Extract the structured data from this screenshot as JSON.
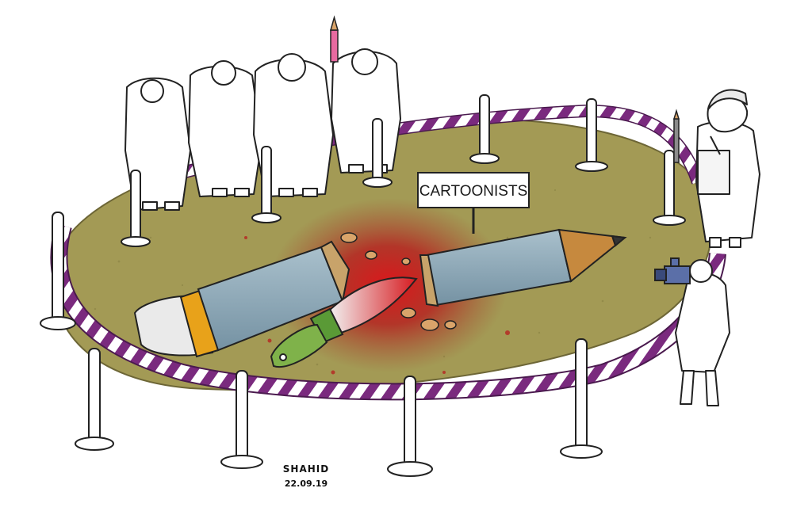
{
  "cartoon": {
    "sign_label": "CARTOONISTS",
    "signature_name": "SHAHID",
    "signature_date": "22.09.19"
  },
  "palette": {
    "sand": "#a39a55",
    "blood": "#c8141a",
    "pencil_body": "#8fa9b8",
    "pencil_ferrule": "#e8a21a",
    "knife_handle": "#7fb24a",
    "tape_purple": "#7a2a7e",
    "tape_white": "#ffffff"
  }
}
